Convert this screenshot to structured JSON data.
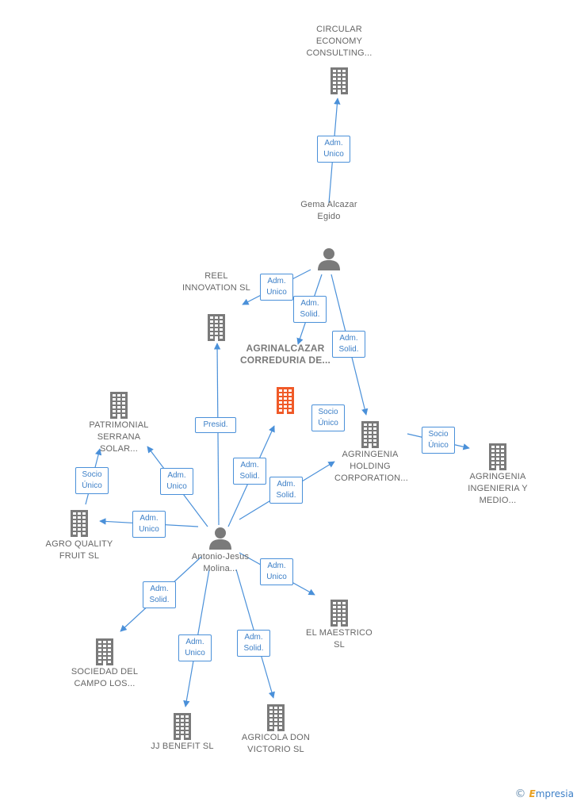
{
  "colors": {
    "company": "#7a7a7a",
    "center_company": "#f05a28",
    "person": "#7a7a7a",
    "edge": "#4a90d9"
  },
  "nodes": {
    "circular": {
      "label": "CIRCULAR ECONOMY CONSULTING...",
      "kind": "company-icon"
    },
    "gema": {
      "label": "Gema Alcazar Egido",
      "kind": "person-icon"
    },
    "reel": {
      "label": "REEL INNOVATION SL",
      "kind": "company-icon"
    },
    "agrinalcazar": {
      "label": "AGRINALCAZAR CORREDURIA DE...",
      "kind": "center-company-icon"
    },
    "patrimonial": {
      "label": "PATRIMONIAL SERRANA SOLAR...",
      "kind": "company-icon"
    },
    "agringenia_holding": {
      "label": "AGRINGENIA HOLDING CORPORATION...",
      "kind": "company-icon"
    },
    "agringenia_ing": {
      "label": "AGRINGENIA INGENIERIA Y MEDIO...",
      "kind": "company-icon"
    },
    "agro_quality": {
      "label": "AGRO QUALITY FRUIT SL",
      "kind": "company-icon"
    },
    "antonio": {
      "label": "Antonio-Jesus Molina...",
      "kind": "person-icon"
    },
    "el_maestrico": {
      "label": "EL MAESTRICO SL",
      "kind": "company-icon"
    },
    "sociedad_campo": {
      "label": "SOCIEDAD DEL CAMPO LOS...",
      "kind": "company-icon"
    },
    "jj_benefit": {
      "label": "JJ BENEFIT SL",
      "kind": "company-icon"
    },
    "agricola_don": {
      "label": "AGRICOLA DON VICTORIO SL",
      "kind": "company-icon"
    }
  },
  "edges": [
    {
      "from": "gema",
      "to": "circular",
      "l1": "Adm.",
      "l2": "Unico"
    },
    {
      "from": "gema",
      "to": "reel",
      "l1": "Adm.",
      "l2": "Unico"
    },
    {
      "from": "gema",
      "to": "agrinalcazar",
      "l1": "Adm.",
      "l2": "Solid."
    },
    {
      "from": "gema",
      "to": "agringenia_holding",
      "l1": "Adm.",
      "l2": "Solid."
    },
    {
      "from": "agringenia_holding",
      "to": "agringenia_ing",
      "l1": "Socio",
      "l2": "Único"
    },
    {
      "from": "agringenia_holding",
      "to": "agrinalcazar",
      "l1": "Socio",
      "l2": "Único"
    },
    {
      "from": "antonio",
      "to": "reel",
      "l1": "Presid.",
      "l2": ""
    },
    {
      "from": "antonio",
      "to": "patrimonial",
      "l1": "Adm.",
      "l2": "Unico"
    },
    {
      "from": "agro_quality",
      "to": "patrimonial",
      "l1": "Socio",
      "l2": "Único"
    },
    {
      "from": "antonio",
      "to": "agrinalcazar",
      "l1": "Adm.",
      "l2": "Solid."
    },
    {
      "from": "antonio",
      "to": "agringenia_holding",
      "l1": "Adm.",
      "l2": "Solid."
    },
    {
      "from": "antonio",
      "to": "agro_quality",
      "l1": "Adm.",
      "l2": "Unico"
    },
    {
      "from": "antonio",
      "to": "el_maestrico",
      "l1": "Adm.",
      "l2": "Unico"
    },
    {
      "from": "antonio",
      "to": "sociedad_campo",
      "l1": "Adm.",
      "l2": "Solid."
    },
    {
      "from": "antonio",
      "to": "jj_benefit",
      "l1": "Adm.",
      "l2": "Unico"
    },
    {
      "from": "antonio",
      "to": "agricola_don",
      "l1": "Adm.",
      "l2": "Solid."
    }
  ],
  "footer": {
    "copyright": "©",
    "brand_e": "E",
    "brand_rest": "mpresia"
  }
}
